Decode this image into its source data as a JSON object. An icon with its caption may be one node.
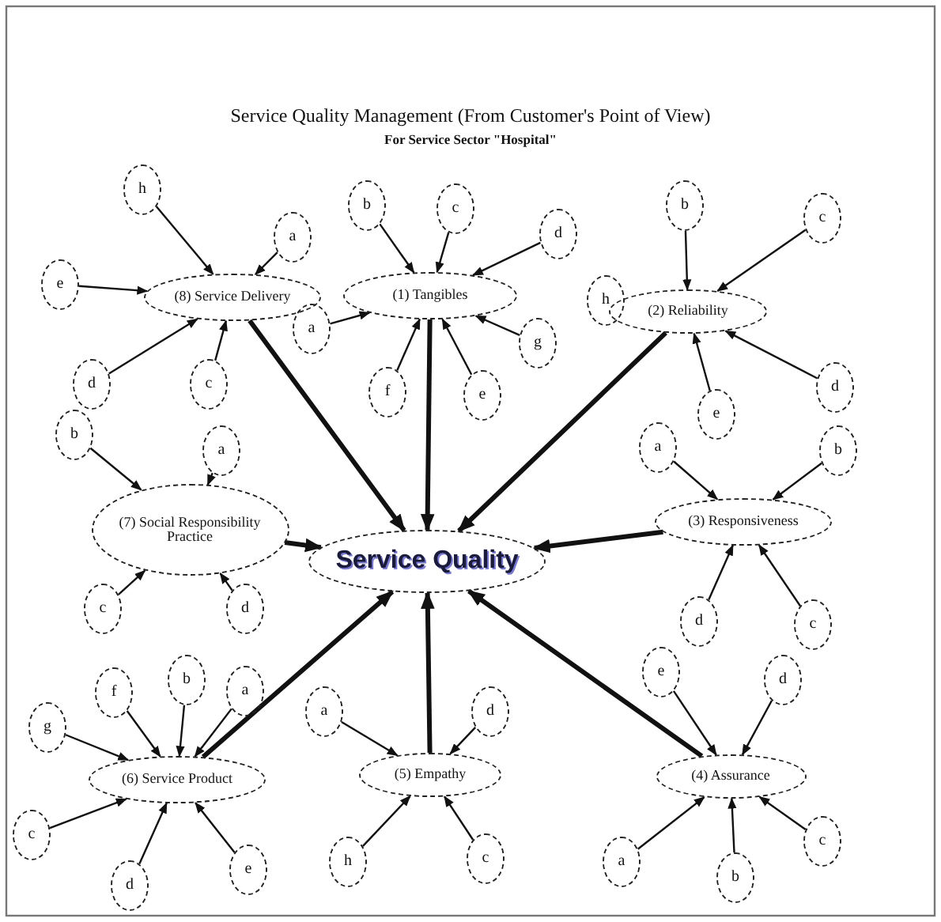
{
  "diagram": {
    "title": "Service Quality Management (From Customer's Point of View)",
    "nodes": [
      {
        "text": [
          "Service Quality"
        ]
      },
      {
        "text": [
          "(1) Tangibles"
        ]
      },
      {
        "text": [
          "(2) Reliability"
        ]
      },
      {
        "text": [
          "(3) Responsiveness"
        ]
      },
      {
        "text": [
          "(4) Assurance"
        ]
      },
      {
        "text": [
          "(5) Empathy"
        ]
      },
      {
        "text": [
          "(6) Service Product"
        ]
      },
      {
        "text": [
          "(7) Social Responsibility Practice"
        ]
      },
      {
        "text": [
          "(8) Service Delivery"
        ]
      },
      {
        "text": [
          "h"
        ]
      },
      {
        "text": [
          "a"
        ]
      },
      {
        "text": [
          "e"
        ]
      },
      {
        "text": [
          "d"
        ]
      },
      {
        "text": [
          "c"
        ]
      },
      {
        "text": [
          "b"
        ]
      },
      {
        "text": [
          "c"
        ]
      },
      {
        "text": [
          "d"
        ]
      },
      {
        "text": [
          "a"
        ]
      },
      {
        "text": [
          "f"
        ]
      },
      {
        "text": [
          "e"
        ]
      },
      {
        "text": [
          "g"
        ]
      },
      {
        "text": [
          "h"
        ]
      },
      {
        "text": [
          "b"
        ]
      },
      {
        "text": [
          "c"
        ]
      },
      {
        "text": [
          "d"
        ]
      },
      {
        "text": [
          "e"
        ]
      },
      {
        "text": [
          "a"
        ]
      },
      {
        "text": [
          "b"
        ]
      },
      {
        "text": [
          "d"
        ]
      },
      {
        "text": [
          "c"
        ]
      },
      {
        "text": [
          "b"
        ]
      },
      {
        "text": [
          "a"
        ]
      },
      {
        "text": [
          "c"
        ]
      },
      {
        "text": [
          "d"
        ]
      },
      {
        "text": [
          "e"
        ]
      },
      {
        "text": [
          "d"
        ]
      },
      {
        "text": [
          "a"
        ]
      },
      {
        "text": [
          "b"
        ]
      },
      {
        "text": [
          "c"
        ]
      },
      {
        "text": [
          "a"
        ]
      },
      {
        "text": [
          "d"
        ]
      },
      {
        "text": [
          "h"
        ]
      },
      {
        "text": [
          "c"
        ]
      },
      {
        "text": [
          "g"
        ]
      },
      {
        "text": [
          "f"
        ]
      },
      {
        "text": [
          "b"
        ]
      },
      {
        "text": [
          "a"
        ]
      },
      {
        "text": [
          "c"
        ]
      },
      {
        "text": [
          "d"
        ]
      },
      {
        "text": [
          "e"
        ]
      }
    ],
    "edges": [
      {
        "from": 1,
        "to": 0,
        "arrow": "to",
        "style": "thick"
      },
      {
        "from": 2,
        "to": 0,
        "arrow": "to",
        "style": "thick"
      },
      {
        "from": 3,
        "to": 0,
        "arrow": "to",
        "style": "thick"
      },
      {
        "from": 4,
        "to": 0,
        "arrow": "to",
        "style": "thick"
      },
      {
        "from": 5,
        "to": 0,
        "arrow": "to",
        "style": "thick"
      },
      {
        "from": 6,
        "to": 0,
        "arrow": "to",
        "style": "thick"
      },
      {
        "from": 7,
        "to": 0,
        "arrow": "to",
        "style": "thick"
      },
      {
        "from": 8,
        "to": 0,
        "arrow": "to",
        "style": "thick"
      },
      {
        "from": 9,
        "to": 8,
        "arrow": "to"
      },
      {
        "from": 10,
        "to": 8,
        "arrow": "to"
      },
      {
        "from": 11,
        "to": 8,
        "arrow": "to"
      },
      {
        "from": 12,
        "to": 8,
        "arrow": "to"
      },
      {
        "from": 13,
        "to": 8,
        "arrow": "to"
      },
      {
        "from": 14,
        "to": 1,
        "arrow": "to"
      },
      {
        "from": 15,
        "to": 1,
        "arrow": "to"
      },
      {
        "from": 16,
        "to": 1,
        "arrow": "to"
      },
      {
        "from": 17,
        "to": 1,
        "arrow": "to"
      },
      {
        "from": 18,
        "to": 1,
        "arrow": "to"
      },
      {
        "from": 19,
        "to": 1,
        "arrow": "to"
      },
      {
        "from": 20,
        "to": 1,
        "arrow": "to"
      },
      {
        "from": 22,
        "to": 2,
        "arrow": "to"
      },
      {
        "from": 23,
        "to": 2,
        "arrow": "to"
      },
      {
        "from": 24,
        "to": 2,
        "arrow": "to"
      },
      {
        "from": 25,
        "to": 2,
        "arrow": "to"
      },
      {
        "from": 26,
        "to": 3,
        "arrow": "to"
      },
      {
        "from": 27,
        "to": 3,
        "arrow": "to"
      },
      {
        "from": 28,
        "to": 3,
        "arrow": "to"
      },
      {
        "from": 29,
        "to": 3,
        "arrow": "to"
      },
      {
        "from": 30,
        "to": 7,
        "arrow": "to"
      },
      {
        "from": 31,
        "to": 7,
        "arrow": "to"
      },
      {
        "from": 32,
        "to": 7,
        "arrow": "to"
      },
      {
        "from": 33,
        "to": 7,
        "arrow": "to"
      },
      {
        "from": 34,
        "to": 4,
        "arrow": "to"
      },
      {
        "from": 35,
        "to": 4,
        "arrow": "to"
      },
      {
        "from": 36,
        "to": 4,
        "arrow": "to"
      },
      {
        "from": 37,
        "to": 4,
        "arrow": "to"
      },
      {
        "from": 38,
        "to": 4,
        "arrow": "to"
      },
      {
        "from": 39,
        "to": 5,
        "arrow": "to"
      },
      {
        "from": 40,
        "to": 5,
        "arrow": "to"
      },
      {
        "from": 41,
        "to": 5,
        "arrow": "to"
      },
      {
        "from": 42,
        "to": 5,
        "arrow": "to"
      },
      {
        "from": 43,
        "to": 6,
        "arrow": "to"
      },
      {
        "from": 44,
        "to": 6,
        "arrow": "to"
      },
      {
        "from": 45,
        "to": 6,
        "arrow": "to"
      },
      {
        "from": 46,
        "to": 6,
        "arrow": "to"
      },
      {
        "from": 47,
        "to": 6,
        "arrow": "to"
      },
      {
        "from": 48,
        "to": 6,
        "arrow": "to"
      },
      {
        "from": 49,
        "to": 6,
        "arrow": "to"
      }
    ],
    "labels": [
      "For Service Sector \"Hospital\""
    ]
  }
}
